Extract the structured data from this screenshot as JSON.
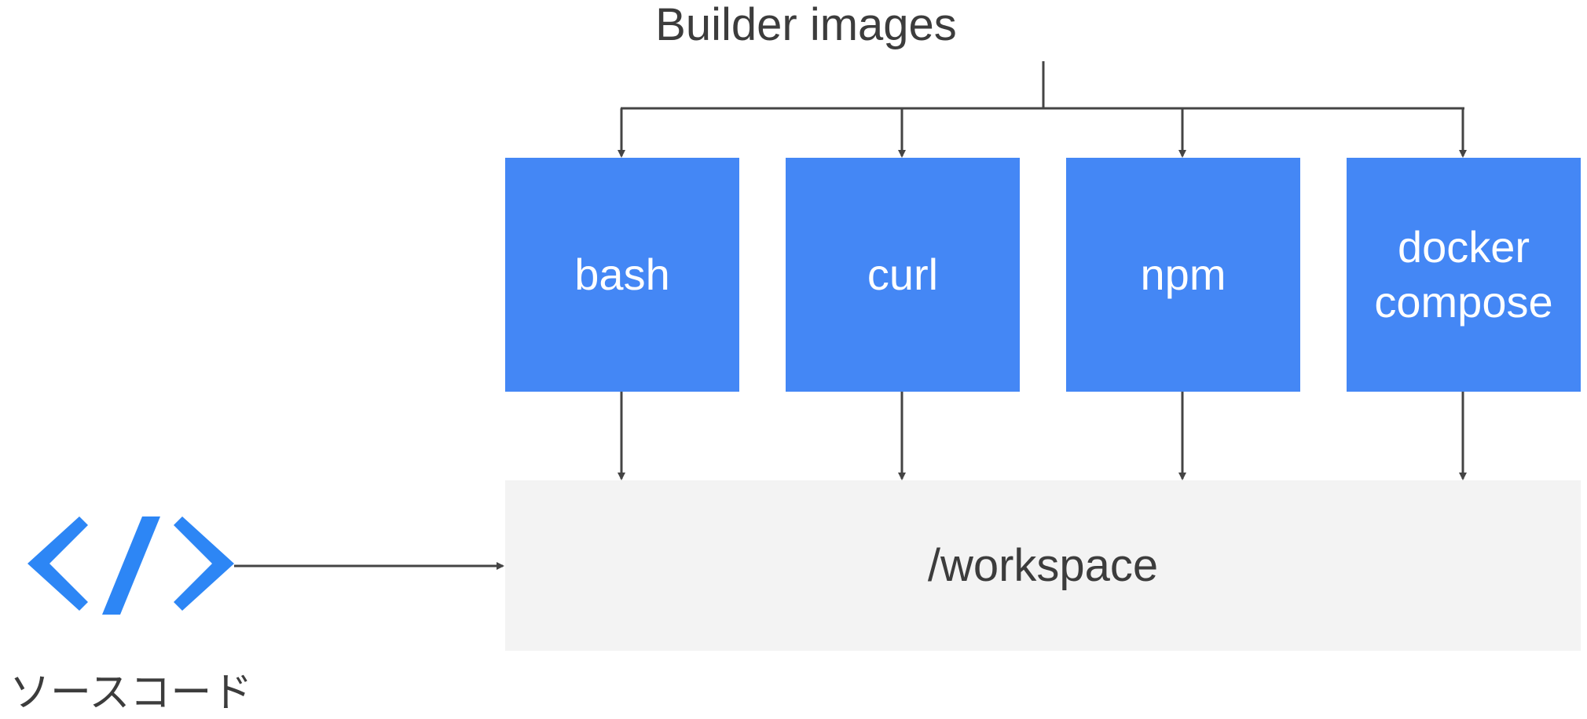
{
  "diagram": {
    "title": "Builder images",
    "builders": [
      {
        "label": "bash"
      },
      {
        "label": "curl"
      },
      {
        "label": "npm"
      },
      {
        "label": "docker\ncompose"
      }
    ],
    "workspace_label": "/workspace",
    "source_label": "ソースコード",
    "source_icon": "code-icon"
  },
  "colors": {
    "builder_fill": "#4487f5",
    "workspace_fill": "#f3f3f3",
    "icon": "#2d86f5",
    "line": "#444444",
    "text": "#3c3c3c"
  }
}
